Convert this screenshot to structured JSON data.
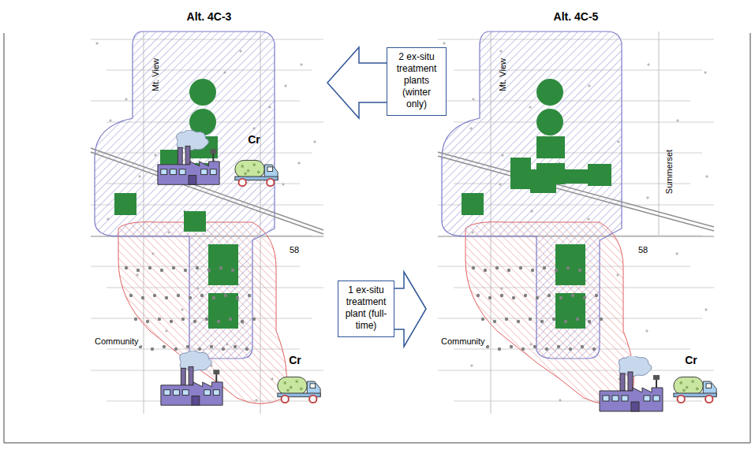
{
  "diagram": {
    "nodes": [
      {
        "text": [
          "2 ex-situ treatment plants (winter only)"
        ]
      },
      {
        "text": [
          "1 ex-situ treatment plant (full-time)"
        ]
      }
    ],
    "labels": [
      "Alt. 4C-3",
      "Alt. 4C-5",
      "Mt. View",
      "Cr",
      "58",
      "Community",
      "Cr",
      "Mt. View",
      "Summerset",
      "58",
      "Community",
      "Cr"
    ]
  }
}
